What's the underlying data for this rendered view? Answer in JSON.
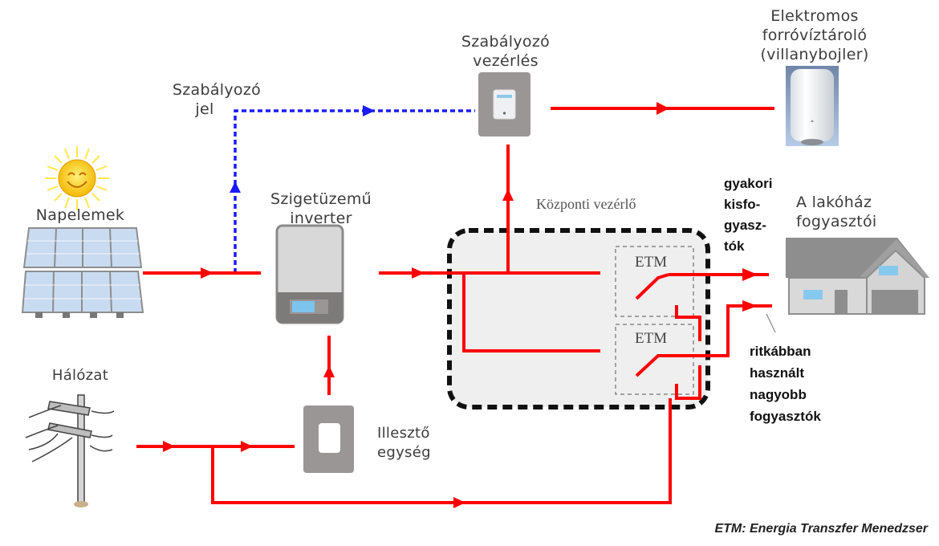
{
  "labels": {
    "regulating_signal": [
      "Szabályozó",
      "jel"
    ],
    "regulating_control": [
      "Szabályozó",
      "vezérlés"
    ],
    "water_heater": [
      "Elektromos",
      "forróvíztároló",
      "(villanybojler)"
    ],
    "solar_panels": "Napelemek",
    "island_inverter": [
      "Szigetüzemű",
      "inverter"
    ],
    "central_controller": "Központi vezérlő",
    "frequent_small_consumers": [
      "gyakori",
      "kisfo-",
      "gyasz-",
      "tók"
    ],
    "house_consumers": [
      "A lakóház",
      "fogyasztói"
    ],
    "rare_large_consumers": [
      "ritkábban",
      "használt",
      "nagyobb",
      "fogyasztók"
    ],
    "grid": "Hálózat",
    "adapter_unit": [
      "Illesztő",
      "egység"
    ],
    "etm_top": "ETM",
    "etm_bottom": "ETM",
    "legend": "ETM: Energia Transzfer Menedzser"
  },
  "icons": {
    "sun": "smiling-sun-icon",
    "solar": "solar-panel-icon",
    "inverter": "inverter-icon",
    "controller": "control-unit-icon",
    "boiler": "water-heater-icon",
    "house": "house-icon",
    "grid": "power-pole-icon",
    "adapter": "adapter-unit-icon"
  },
  "colors": {
    "power_line": "#ff0000",
    "signal_line": "#1a1aff",
    "device_gray": "#9a9696",
    "controller_bg": "#efefef"
  }
}
